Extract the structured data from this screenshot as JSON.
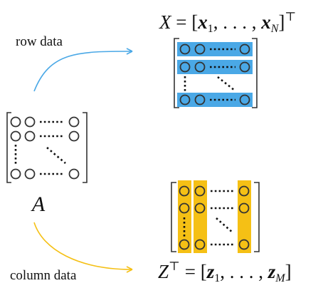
{
  "labels": {
    "row_data": "row data",
    "column_data": "column data",
    "matrix_a": "A"
  },
  "equations": {
    "x": {
      "lhs": "X",
      "open": " = [",
      "first": "x",
      "first_sub": "1",
      "middle": ", . . . , ",
      "last": "x",
      "last_sub": "N",
      "close": "]",
      "sup": "⊤"
    },
    "z": {
      "lhs": "Z",
      "lhs_sup": "⊤",
      "open": " = [",
      "first": "z",
      "first_sub": "1",
      "middle": ", . . . , ",
      "last": "z",
      "last_sub": "M",
      "close": "]"
    }
  },
  "colors": {
    "row_highlight": "#4aa8e6",
    "column_highlight": "#f5c015",
    "row_arrow": "#4aa8e6",
    "column_arrow": "#f5c015",
    "ink": "#333333"
  }
}
